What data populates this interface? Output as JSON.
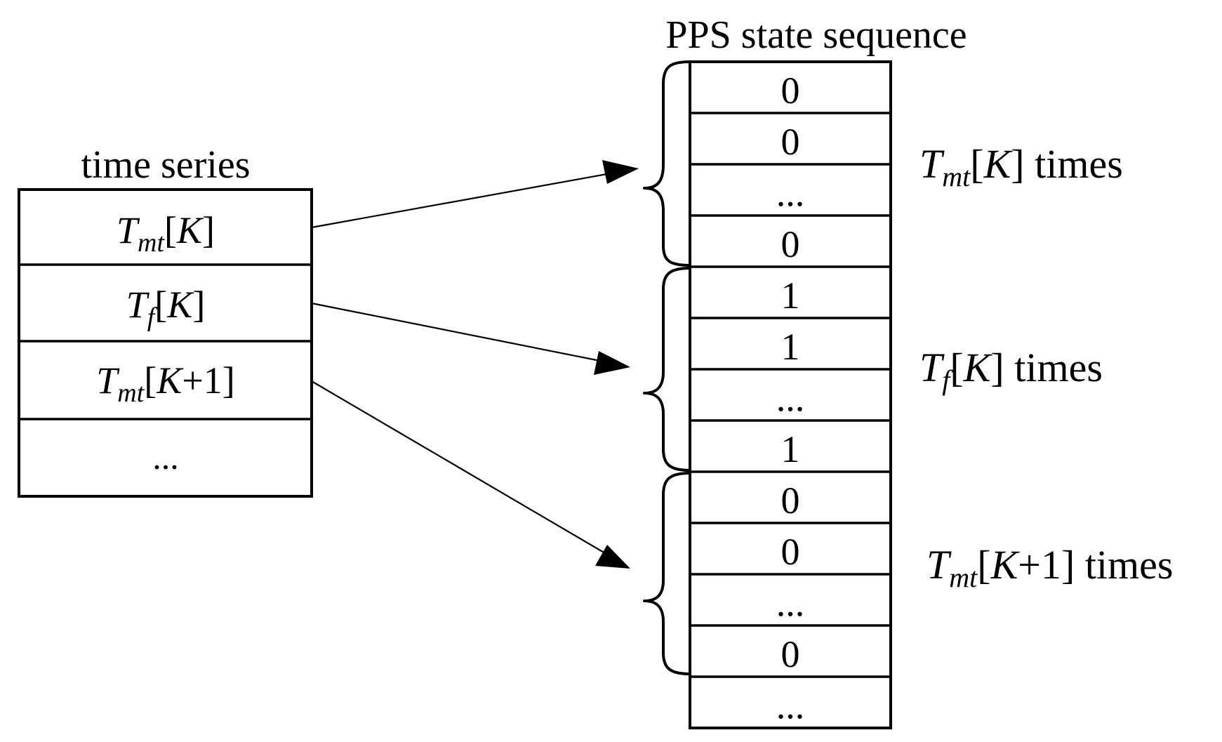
{
  "time_series": {
    "title": "time series",
    "cells": [
      {
        "base": "T",
        "sub": "mt",
        "rest": "[K]"
      },
      {
        "base": "T",
        "sub": "f",
        "rest": "[K]"
      },
      {
        "base": "T",
        "sub": "mt",
        "rest": "[K+1]"
      },
      {
        "text": "..."
      }
    ]
  },
  "pps_sequence": {
    "title": "PPS state sequence",
    "cells": [
      "0",
      "0",
      "...",
      "0",
      "1",
      "1",
      "...",
      "1",
      "0",
      "0",
      "...",
      "0",
      "..."
    ]
  },
  "groups": [
    {
      "base": "T",
      "sub": "mt",
      "rest": "[K]",
      "suffix": " times"
    },
    {
      "base": "T",
      "sub": "f",
      "rest": "[K]",
      "suffix": " times"
    },
    {
      "base": "T",
      "sub": "mt",
      "rest": "[K+1]",
      "suffix": " times"
    }
  ]
}
